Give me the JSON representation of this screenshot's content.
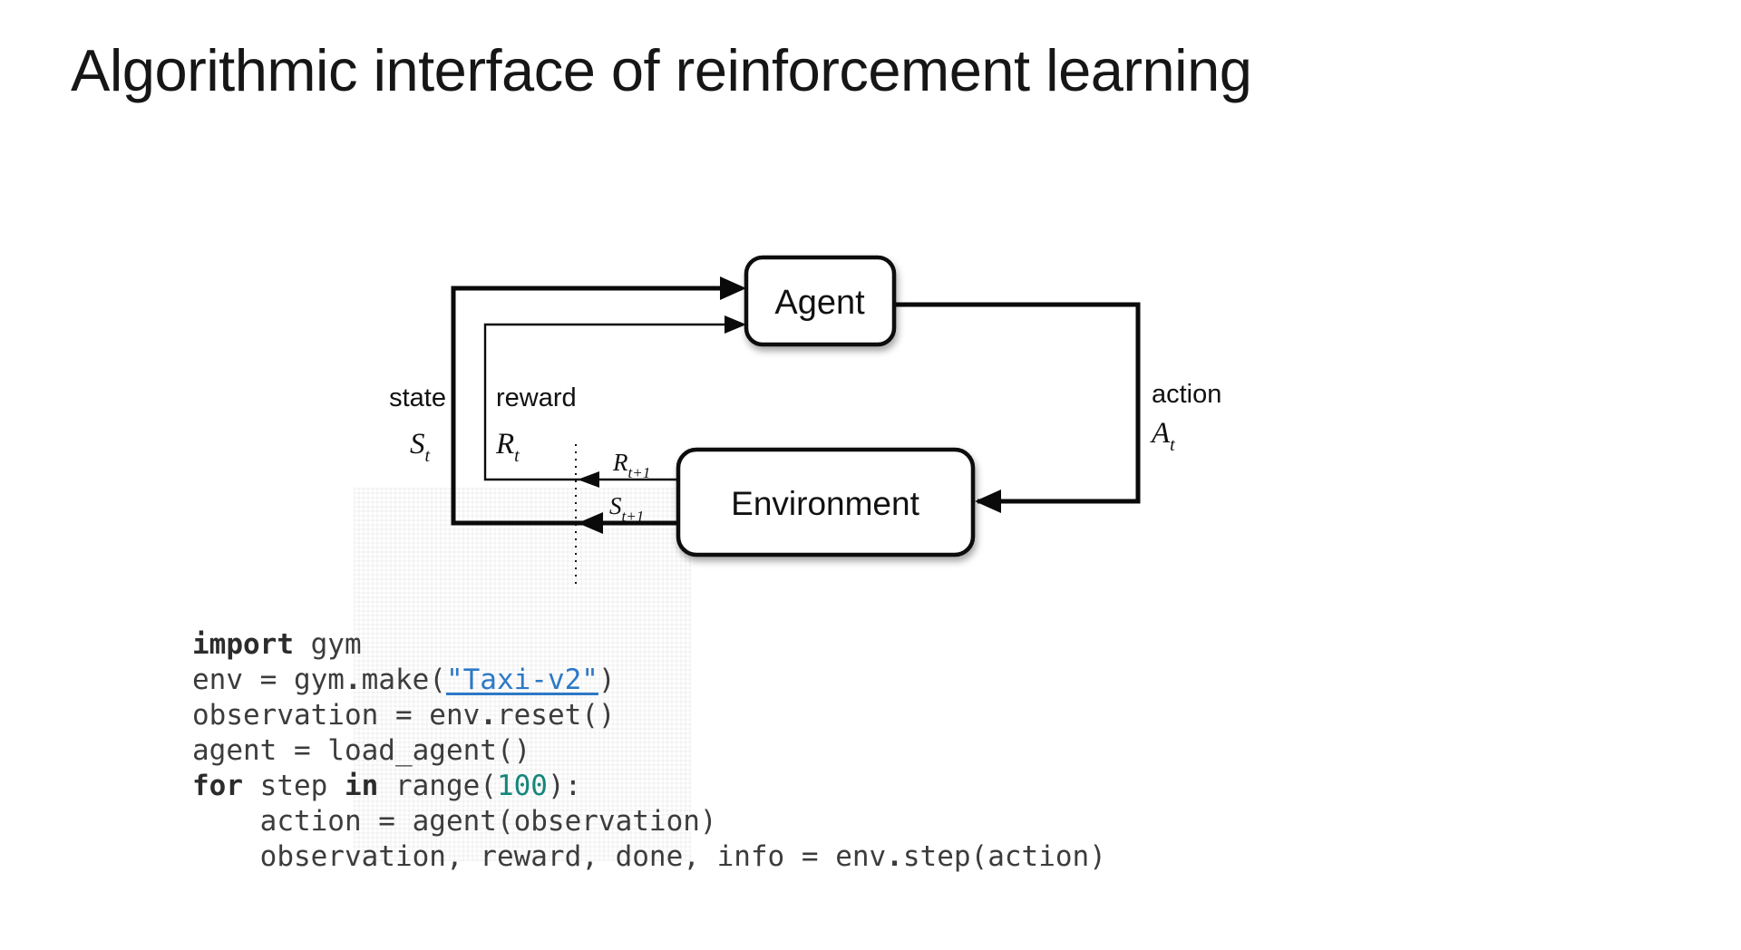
{
  "slide": {
    "title": "Algorithmic interface of reinforcement learning"
  },
  "diagram": {
    "agent": "Agent",
    "environment": "Environment",
    "state": {
      "word": "state",
      "sym": "S",
      "sub": "t"
    },
    "reward": {
      "word": "reward",
      "sym": "R",
      "sub": "t"
    },
    "action": {
      "word": "action",
      "sym": "A",
      "sub": "t"
    },
    "next_reward": {
      "sym": "R",
      "sub": "t+1"
    },
    "next_state": {
      "sym": "S",
      "sub": "t+1"
    }
  },
  "code": {
    "lines": [
      {
        "tokens": [
          {
            "t": "import",
            "s": "kw"
          },
          {
            "t": " gym",
            "s": "pl"
          }
        ]
      },
      {
        "tokens": [
          {
            "t": "env = gym",
            "s": "pl"
          },
          {
            "t": ".",
            "s": "op"
          },
          {
            "t": "make(",
            "s": "pl"
          },
          {
            "t": "\"Taxi-v2\"",
            "s": "link"
          },
          {
            "t": ")",
            "s": "pl"
          }
        ]
      },
      {
        "tokens": [
          {
            "t": "observation = env",
            "s": "pl"
          },
          {
            "t": ".",
            "s": "op"
          },
          {
            "t": "reset()",
            "s": "pl"
          }
        ]
      },
      {
        "tokens": [
          {
            "t": "agent = load_agent()",
            "s": "pl"
          }
        ]
      },
      {
        "tokens": [
          {
            "t": "for",
            "s": "kw"
          },
          {
            "t": " step ",
            "s": "pl"
          },
          {
            "t": "in",
            "s": "kw"
          },
          {
            "t": " range(",
            "s": "pl"
          },
          {
            "t": "100",
            "s": "num"
          },
          {
            "t": "):",
            "s": "pl"
          }
        ]
      },
      {
        "tokens": [
          {
            "t": "    action = agent(observation)",
            "s": "pl"
          }
        ]
      },
      {
        "tokens": [
          {
            "t": "    observation, reward, done, info = env",
            "s": "pl"
          },
          {
            "t": ".",
            "s": "op"
          },
          {
            "t": "step(action)",
            "s": "pl"
          }
        ]
      }
    ]
  },
  "colors": {
    "background": "#ffffff",
    "diagram_ink": "#000000",
    "code_text": "#3c3c3c",
    "link_blue": "#2d79c7",
    "number_teal": "#16867b"
  }
}
